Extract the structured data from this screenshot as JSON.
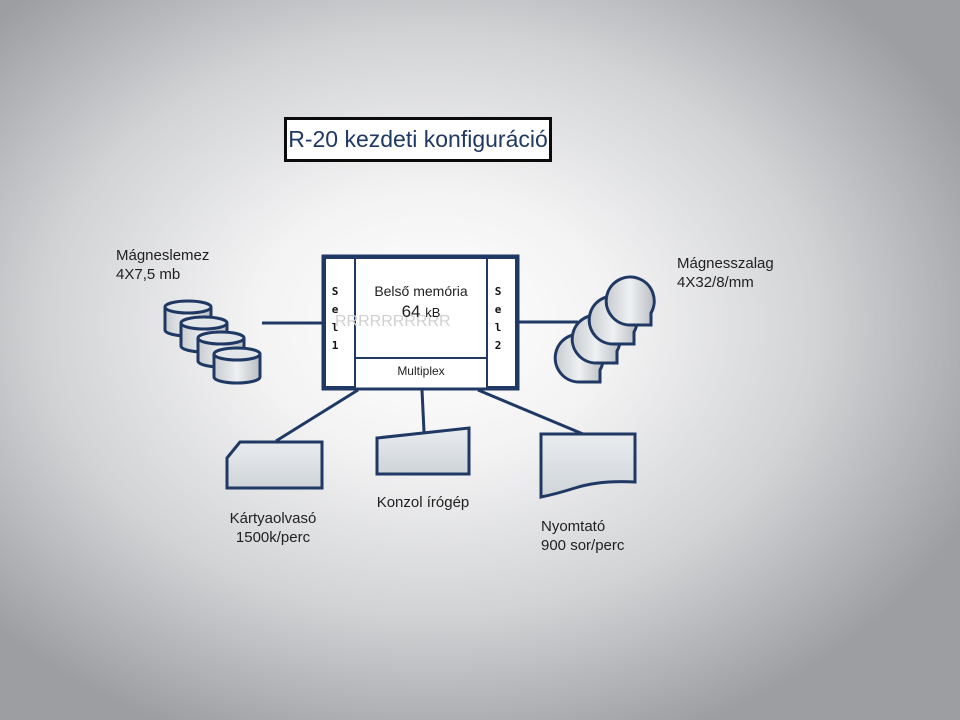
{
  "title": "R-20 kezdeti konfiguráció",
  "disk": {
    "line1": "Mágneslemez",
    "line2": "4X7,5 mb"
  },
  "tape": {
    "line1": "Mágnesszalag",
    "line2": "4X32/8/mm"
  },
  "cpu": {
    "memory_label": "Belső memória",
    "memory_size": "64",
    "memory_unit": "kB",
    "ghost_text": "RRRRRRRRRR",
    "multiplex": "Multiplex"
  },
  "sel1": [
    "S",
    "e",
    "l",
    "1"
  ],
  "sel2": [
    "S",
    "e",
    "l",
    "2"
  ],
  "card_reader": {
    "line1": "Kártyaolvasó",
    "line2": "1500k/perc"
  },
  "console": {
    "line1": "Konzol írógép"
  },
  "printer": {
    "line1": "Nyomtató",
    "line2": "900 sor/perc"
  }
}
